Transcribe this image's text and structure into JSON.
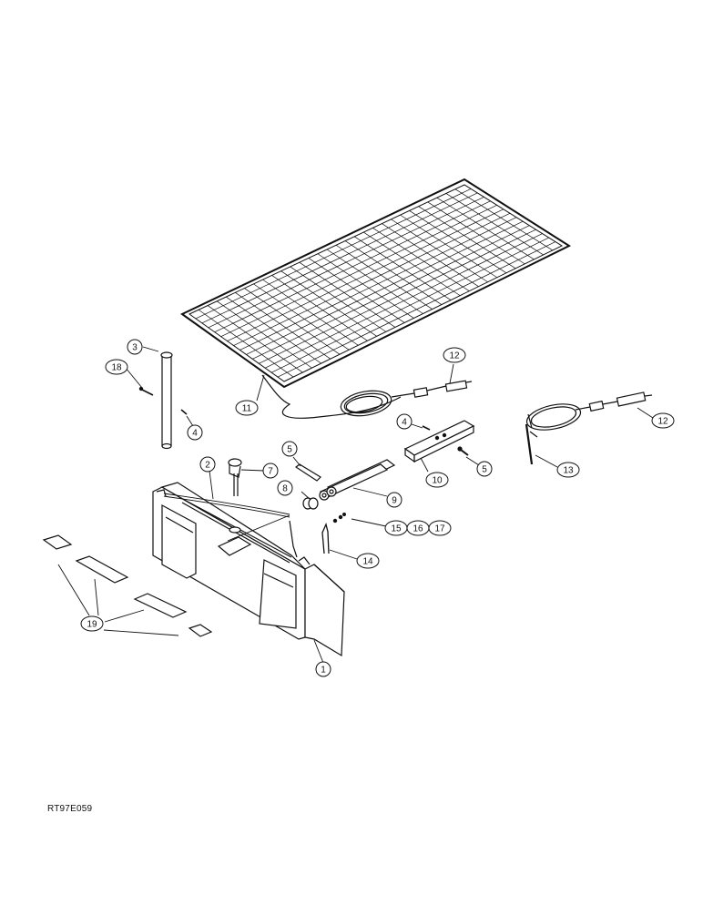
{
  "callouts": [
    "1",
    "2",
    "3",
    "4",
    "4",
    "5",
    "5",
    "7",
    "8",
    "9",
    "10",
    "11",
    "12",
    "12",
    "13",
    "14",
    "15",
    "16",
    "17",
    "18",
    "19"
  ],
  "figure_code": "RT97E059",
  "colors": {
    "line": "#111111",
    "background": "#ffffff"
  }
}
